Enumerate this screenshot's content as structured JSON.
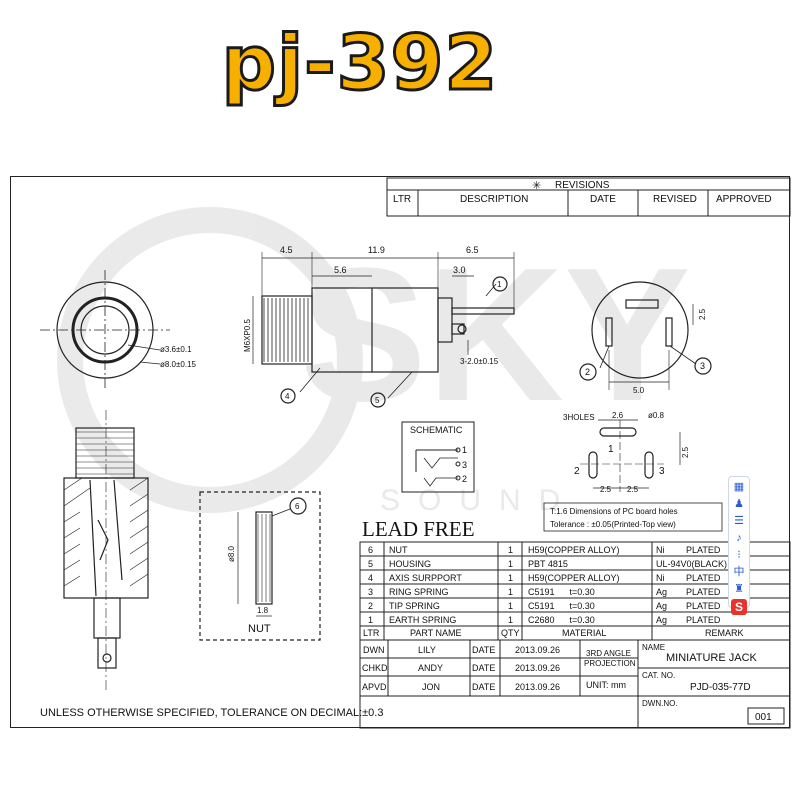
{
  "title": "pj-392",
  "watermark": {
    "brand": "SKY",
    "sub": "SOUND"
  },
  "revisions": {
    "heading": "REVISIONS",
    "star": "✳",
    "columns": [
      "LTR",
      "DESCRIPTION",
      "DATE",
      "REVISED",
      "APPROVED"
    ]
  },
  "dims": {
    "d45": "4.5",
    "d119": "11.9",
    "d65": "6.5",
    "d56": "5.6",
    "d30": "3.0",
    "thread": "M6XP0.5",
    "dia36": "ø3.6±0.1",
    "dia80": "ø8.0±0.15",
    "slot": "3-2.0±0.15",
    "d25": "2.5",
    "d50": "5.0",
    "holes": "3HOLES",
    "d26": "2.6",
    "dia08": "ø0.8",
    "d25b": "2.5",
    "d25c": "2.5",
    "d25d": "2.5",
    "nut_dia": "ø8.0",
    "nut_w": "1.8",
    "nut_label": "NUT",
    "c1": "1",
    "c2": "2",
    "c3": "3",
    "c4": "4",
    "c5": "5",
    "c6": "6"
  },
  "schematic": {
    "label": "SCHEMATIC",
    "pins": [
      "1",
      "3",
      "2"
    ]
  },
  "pcb_note": {
    "title": "T:1.6 Dimensions of PC board holes",
    "tolerance": "Tolerance : ±0.05(Printed-Top view)"
  },
  "lead_free": "LEAD FREE",
  "parts": [
    {
      "n": "6",
      "name": "NUT",
      "qty": "1",
      "mat": "H59(COPPER ALLOY)",
      "r1": "Ni",
      "r2": "PLATED"
    },
    {
      "n": "5",
      "name": "HOUSING",
      "qty": "1",
      "mat": "PBT 4815",
      "r1": "UL-94V0(BLACK)",
      "r2": ""
    },
    {
      "n": "4",
      "name": "AXIS SURPPORT",
      "qty": "1",
      "mat": "H59(COPPER ALLOY)",
      "r1": "Ni",
      "r2": "PLATED"
    },
    {
      "n": "3",
      "name": "RING SPRING",
      "qty": "1",
      "mat": "C5191      t=0.30",
      "r1": "Ag",
      "r2": "PLATED"
    },
    {
      "n": "2",
      "name": "TIP SPRING",
      "qty": "1",
      "mat": "C5191      t=0.30",
      "r1": "Ag",
      "r2": "PLATED"
    },
    {
      "n": "1",
      "name": "EARTH SPRING",
      "qty": "1",
      "mat": "C2680      t=0.30",
      "r1": "Ag",
      "r2": "PLATED"
    }
  ],
  "part_header": {
    "ltr": "LTR",
    "name": "PART NAME",
    "qty": "QTY",
    "mat": "MATERIAL",
    "remark": "REMARK"
  },
  "approvals": [
    {
      "role": "DWN",
      "who": "LILY",
      "label": "DATE",
      "date": "2013.09.26"
    },
    {
      "role": "CHKD",
      "who": "ANDY",
      "label": "DATE",
      "date": "2013.09.26"
    },
    {
      "role": "APVD",
      "who": "JON",
      "label": "DATE",
      "date": "2013.09.26"
    }
  ],
  "projection": {
    "line1": "3RD ANGLE",
    "line2": "PROJECTION"
  },
  "unit": "UNIT: mm",
  "name_label": "NAME",
  "name_value": "MINIATURE JACK",
  "cat_label": "CAT. NO.",
  "cat_value": "PJD-035-77D",
  "dwn_no_label": "DWN.NO.",
  "sheet_no": "001",
  "tolerance_note": "UNLESS OTHERWISE SPECIFIED, TOLERANCE ON DECIMAL:±0.3",
  "side_tools": {
    "icons": [
      "grid-icon",
      "user-icon",
      "list-icon",
      "mic-icon",
      "dots-icon",
      "chinese-char-icon",
      "shirt-icon"
    ],
    "logo": "S",
    "zh": "中"
  }
}
